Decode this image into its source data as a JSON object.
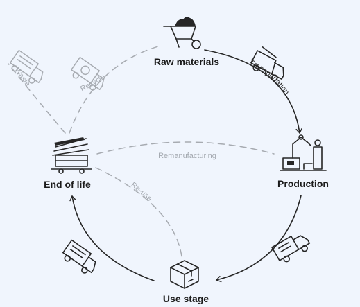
{
  "nodes": {
    "raw_materials": "Raw materials",
    "production": "Production",
    "use_stage": "Use stage",
    "end_of_life": "End of life"
  },
  "edges": {
    "transportation": "Transportation",
    "remanufacturing": "Remanufacturing",
    "re_use": "Re-use",
    "waste": "Waste",
    "recycle": "Recycle"
  },
  "icons": {
    "raw_materials": "wheelbarrow-icon",
    "production": "factory-robot-arm-icon",
    "use_stage": "box-icon",
    "end_of_life": "scrap-cart-icon",
    "trucks": "truck-icon"
  },
  "colors": {
    "background": "#f0f5fd",
    "ink": "#262626",
    "faint": "#a7abb1"
  }
}
